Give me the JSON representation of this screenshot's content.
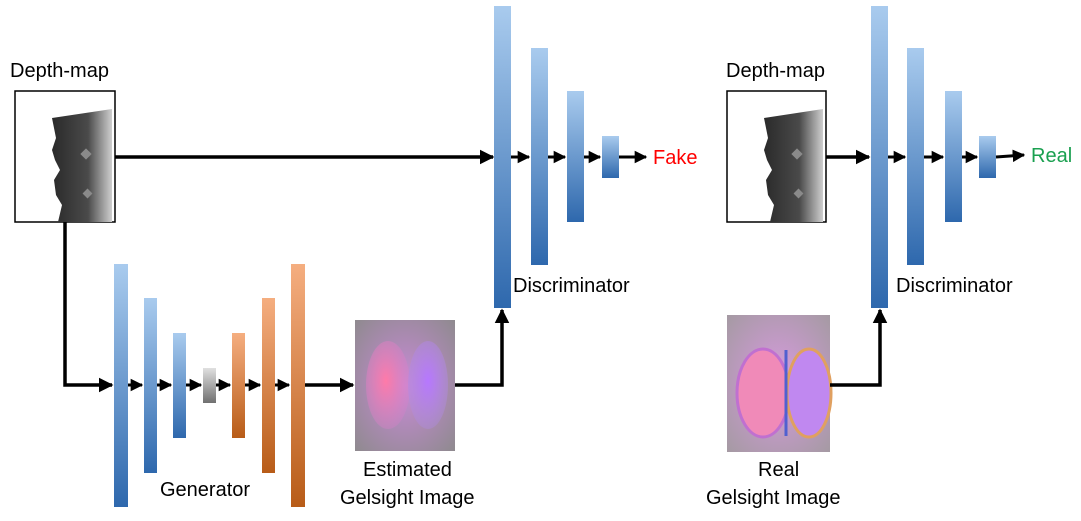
{
  "diagram": {
    "fake_branch": {
      "input_label": "Depth-map",
      "generator_label": "Generator",
      "estimated_label_line1": "Estimated",
      "estimated_label_line2": "Gelsight Image",
      "discriminator_label": "Discriminator",
      "output_label": "Fake",
      "output_color": "#ff0000"
    },
    "real_branch": {
      "input_label": "Depth-map",
      "real_label_line1": "Real",
      "real_label_line2": "Gelsight Image",
      "discriminator_label": "Discriminator",
      "output_label": "Real",
      "output_color": "#1aa050"
    },
    "colors": {
      "encoder_light": "#a9cbee",
      "encoder_dark": "#2e68ad",
      "decoder_light": "#f5ae80",
      "decoder_dark": "#b85c18",
      "bottleneck_light": "#e0e0e0",
      "bottleneck_dark": "#707070",
      "arrow": "#000000"
    }
  }
}
